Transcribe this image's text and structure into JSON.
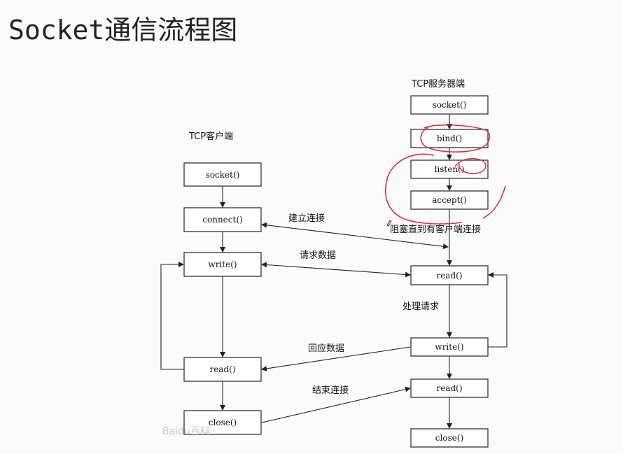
{
  "title": "Socket通信流程图",
  "client": {
    "header": "TCP客户端",
    "nodes": [
      "socket()",
      "connect()",
      "write()",
      "read()",
      "close()"
    ]
  },
  "server": {
    "header": "TCP服务器端",
    "nodes": [
      "socket()",
      "bind()",
      "listen()",
      "accept()",
      "read()",
      "write()",
      "read()",
      "close()"
    ]
  },
  "labels": {
    "establish": "建立连接",
    "block": "阻塞直到有客户端连接",
    "request": "请求数据",
    "process": "处理请求",
    "response": "回应数据",
    "end": "结束连接"
  },
  "watermark": "Baidu百科",
  "colors": {
    "annotation": "#d9323a",
    "line": "#222222"
  }
}
